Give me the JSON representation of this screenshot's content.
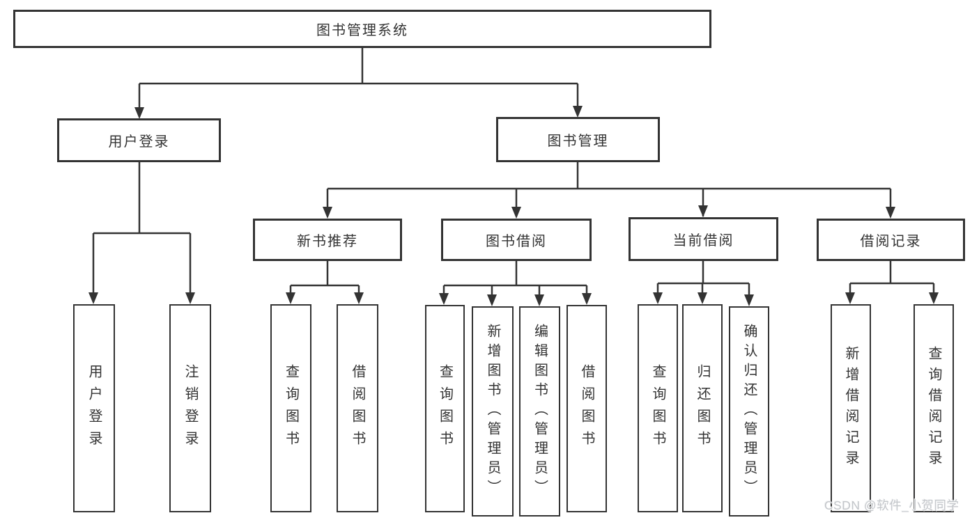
{
  "diagram_type": "hierarchy-tree",
  "tree": {
    "root": {
      "label": "图书管理系统",
      "children": [
        {
          "label": "用户登录",
          "children": [
            {
              "label": "用户登录"
            },
            {
              "label": "注销登录"
            }
          ]
        },
        {
          "label": "图书管理",
          "children": [
            {
              "label": "新书推荐",
              "children": [
                {
                  "label": "查询图书"
                },
                {
                  "label": "借阅图书"
                }
              ]
            },
            {
              "label": "图书借阅",
              "children": [
                {
                  "label": "查询图书"
                },
                {
                  "label": "新增图书（管理员）"
                },
                {
                  "label": "编辑图书（管理员）"
                },
                {
                  "label": "借阅图书"
                }
              ]
            },
            {
              "label": "当前借阅",
              "children": [
                {
                  "label": "查询图书"
                },
                {
                  "label": "归还图书"
                },
                {
                  "label": "确认归还（管理员）"
                }
              ]
            },
            {
              "label": "借阅记录",
              "children": [
                {
                  "label": "新增借阅记录"
                },
                {
                  "label": "查询借阅记录"
                }
              ]
            }
          ]
        }
      ]
    }
  },
  "watermark": {
    "text": "CSDN @软件_小贺同学"
  },
  "colors": {
    "line": "#333333",
    "text": "#333333",
    "background": "#ffffff",
    "watermark": "#c3c6ca"
  }
}
